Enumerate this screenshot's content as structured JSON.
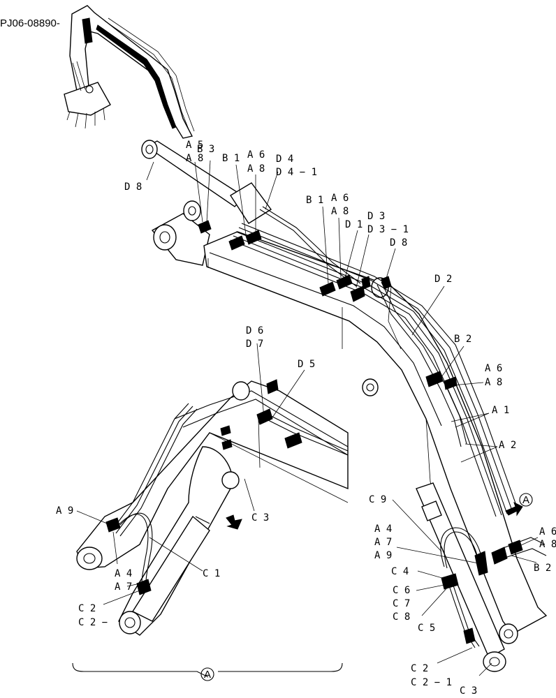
{
  "drawing_number": "PJ06-08890-",
  "view_marker": "A",
  "callouts": [
    {
      "id": "a5",
      "text": "A 5"
    },
    {
      "id": "a8a",
      "text": "A 8"
    },
    {
      "id": "b3",
      "text": "B 3"
    },
    {
      "id": "d8a",
      "text": "D 8"
    },
    {
      "id": "b1a",
      "text": "B 1"
    },
    {
      "id": "a6a",
      "text": "A 6"
    },
    {
      "id": "a8b",
      "text": "A 8"
    },
    {
      "id": "d4",
      "text": "D 4"
    },
    {
      "id": "d41",
      "text": "D 4 − 1"
    },
    {
      "id": "b1b",
      "text": "B 1"
    },
    {
      "id": "a6b",
      "text": "A 6"
    },
    {
      "id": "a8c",
      "text": "A 8"
    },
    {
      "id": "d3",
      "text": "D 3"
    },
    {
      "id": "d1",
      "text": "D 1"
    },
    {
      "id": "d31",
      "text": "D 3 − 1"
    },
    {
      "id": "d8b",
      "text": "D 8"
    },
    {
      "id": "d2",
      "text": "D 2"
    },
    {
      "id": "b2a",
      "text": "B 2"
    },
    {
      "id": "a6c",
      "text": "A 6"
    },
    {
      "id": "a8d",
      "text": "A 8"
    },
    {
      "id": "a1",
      "text": "A 1"
    },
    {
      "id": "a2",
      "text": "A 2"
    },
    {
      "id": "a6d",
      "text": "A 6"
    },
    {
      "id": "a8e",
      "text": "A 8"
    },
    {
      "id": "b2b",
      "text": "B 2"
    },
    {
      "id": "c9",
      "text": "C 9"
    },
    {
      "id": "a4a",
      "text": "A 4"
    },
    {
      "id": "a7a",
      "text": "A 7"
    },
    {
      "id": "a9a",
      "text": "A 9"
    },
    {
      "id": "c4",
      "text": "C 4"
    },
    {
      "id": "c6",
      "text": "C 6"
    },
    {
      "id": "c7",
      "text": "C 7"
    },
    {
      "id": "c8",
      "text": "C 8"
    },
    {
      "id": "c5",
      "text": "C 5"
    },
    {
      "id": "c2a",
      "text": "C 2"
    },
    {
      "id": "c21a",
      "text": "C 2 − 1"
    },
    {
      "id": "c3a",
      "text": "C 3"
    },
    {
      "id": "d6",
      "text": "D 6"
    },
    {
      "id": "d7",
      "text": "D 7"
    },
    {
      "id": "d5",
      "text": "D 5"
    },
    {
      "id": "a9b",
      "text": "A 9"
    },
    {
      "id": "c3b",
      "text": "C 3"
    },
    {
      "id": "c1",
      "text": "C 1"
    },
    {
      "id": "a4b",
      "text": "A 4"
    },
    {
      "id": "a7b",
      "text": "A 7"
    },
    {
      "id": "c2b",
      "text": "C 2"
    },
    {
      "id": "c21b",
      "text": "C 2 −"
    }
  ]
}
